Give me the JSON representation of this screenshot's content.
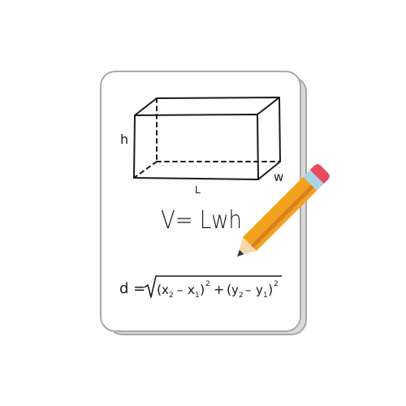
{
  "illustration": {
    "box_labels": {
      "height": "h",
      "length": "L",
      "width": "w"
    },
    "volume_formula": "V= Lwh",
    "distance_formula": {
      "lhs": "d =",
      "x2": "x",
      "x2_sub": "2",
      "minus1": "–",
      "x1": "x",
      "x1_sub": "1",
      "power1": "2",
      "plus": "+",
      "y2": "y",
      "y2_sub": "2",
      "minus2": "–",
      "y1": "y",
      "y1_sub": "1",
      "power2": "2"
    }
  },
  "colors": {
    "paper": "#ffffff",
    "paper_shadow": "#d9d9d9",
    "outline": "#a9a9a9",
    "ink": "#1b1b1b",
    "pencil_body": "#f2a21e",
    "pencil_stripe": "#d9811a",
    "pencil_ferrule": "#a9d4e6",
    "pencil_eraser": "#e94a5c",
    "pencil_wood": "#f7d7a8",
    "pencil_lead": "#2b3a4d"
  }
}
